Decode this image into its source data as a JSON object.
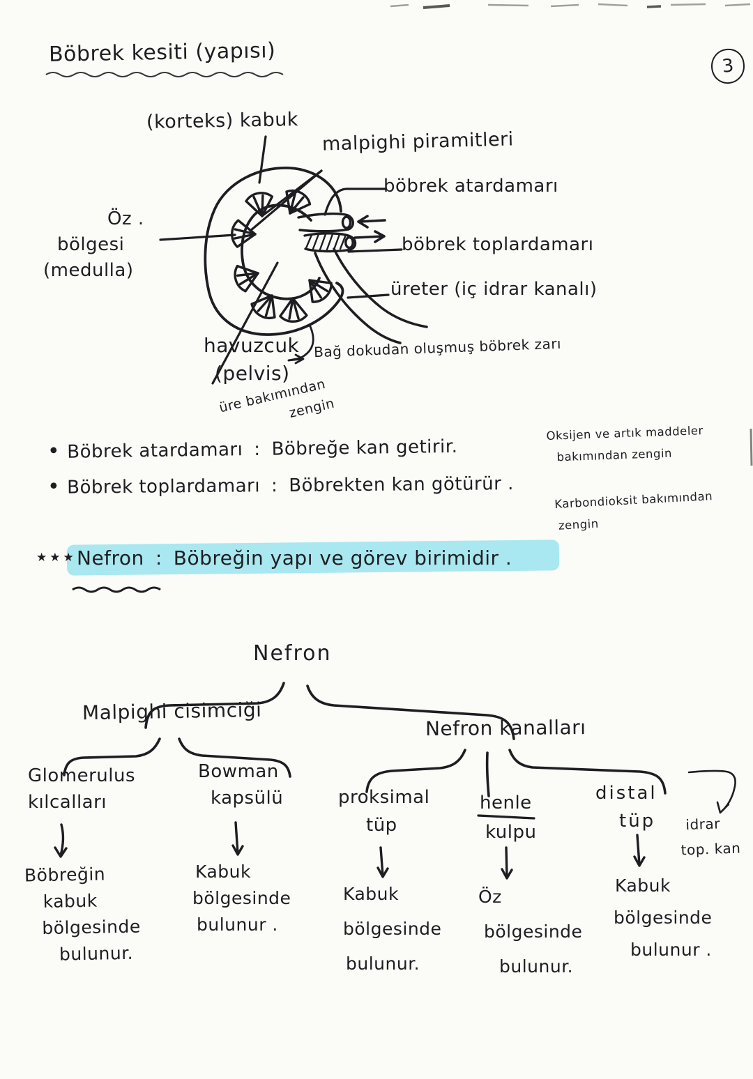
{
  "colors": {
    "ink": "#1e1e22",
    "highlight": "#8ee1ee",
    "paper": "#fbfbf8"
  },
  "page_badge": "3",
  "title": "Böbrek kesiti (yapısı)",
  "diagram": {
    "cortex_label": "(korteks) kabuk",
    "malpighi_label": "malpighi piramitleri",
    "artery_label": "böbrek atardamarı",
    "medulla_label_l1": "Öz .",
    "medulla_label_l2": "bölgesi",
    "medulla_label_l3": "(medulla)",
    "vein_label": "böbrek toplardamarı",
    "ureter_label": "üreter (iç idrar kanalı)",
    "pelvis_label_l1": "havuzcuk",
    "pelvis_label_l2": "(pelvis)",
    "capsule_note": "Bağ dokudan oluşmuş böbrek zarı",
    "urea_note_l1": "üre bakımından",
    "urea_note_l2": "zengin"
  },
  "bullets": [
    {
      "marker": "•",
      "term": "Böbrek atardamarı",
      "colon": ":",
      "definition": "Böbreğe kan getirir.",
      "note_l1": "Oksijen ve artık maddeler",
      "note_l2": "bakımından zengin"
    },
    {
      "marker": "•",
      "term": "Böbrek toplardamarı",
      "colon": ":",
      "definition": "Böbrekten kan götürür .",
      "note_l1": "Karbondioksit bakımından",
      "note_l2": "zengin"
    }
  ],
  "nefron_line": {
    "stars": "★★★",
    "term": "Nefron",
    "colon": ":",
    "definition": "Böbreğin yapı ve görev birimidir ."
  },
  "tree": {
    "root": "Nefron",
    "left": {
      "label": "Malpighi cisimciği",
      "children": [
        {
          "name_l1": "Glomerulus",
          "name_l2": "kılcalları",
          "loc": [
            "Böbreğin",
            "kabuk",
            "bölgesinde",
            "bulunur."
          ]
        },
        {
          "name_l1": "Bowman",
          "name_l2": "kapsülü",
          "loc": [
            "Kabuk",
            "bölgesinde",
            "bulunur ."
          ]
        }
      ]
    },
    "right": {
      "label": "Nefron kanalları",
      "children": [
        {
          "name_l1": "proksimal",
          "name_l2": "tüp",
          "loc": [
            "Kabuk",
            "bölgesinde",
            "bulunur."
          ]
        },
        {
          "name_l1": "henle",
          "name_l2": "kulpu",
          "loc": [
            "Öz",
            "bölgesinde",
            "bulunur."
          ]
        },
        {
          "name_l1": "distal",
          "name_l2": "tüp",
          "loc": [
            "Kabuk",
            "bölgesinde",
            "bulunur ."
          ]
        }
      ],
      "side_note_l1": "idrar",
      "side_note_l2": "top. kan"
    }
  }
}
